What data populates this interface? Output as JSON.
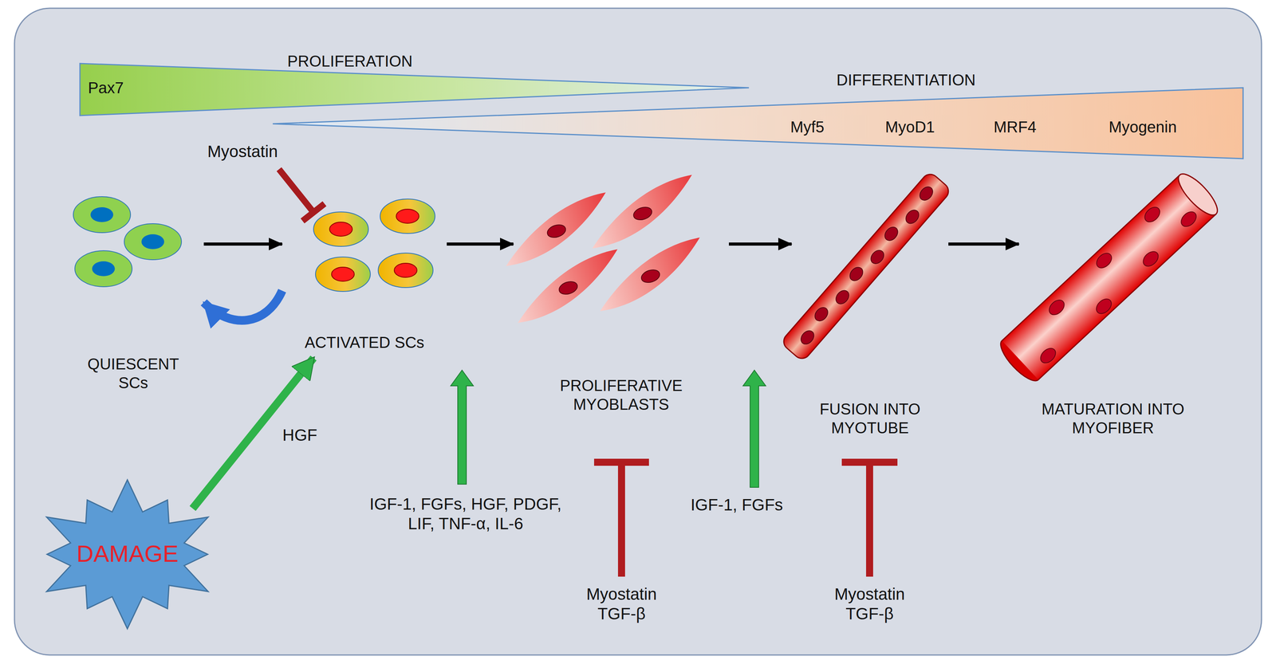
{
  "diagram": {
    "nodes": [
      {
        "text": [
          "PROLIFERATION",
          "Pax7"
        ]
      },
      {
        "text": [
          "DIFFERENTIATION",
          "Myf5",
          "MyoD1",
          "MRF4",
          "Myogenin"
        ]
      },
      {
        "text": [
          "QUIESCENT SCs"
        ]
      },
      {
        "text": [
          "ACTIVATED SCs"
        ]
      },
      {
        "text": [
          "PROLIFERATIVE MYOBLASTS"
        ]
      },
      {
        "text": [
          "FUSION INTO MYOTUBE"
        ]
      },
      {
        "text": [
          "MATURATION INTO MYOFIBER"
        ]
      },
      {
        "text": [
          "DAMAGE"
        ]
      }
    ],
    "edges": [
      {
        "from": 2,
        "to": 3,
        "arrow": "to"
      },
      {
        "from": 3,
        "to": 4,
        "arrow": "to"
      },
      {
        "from": 4,
        "to": 5,
        "arrow": "to"
      },
      {
        "from": 5,
        "to": 6,
        "arrow": "to"
      },
      {
        "from": 3,
        "to": 2,
        "arrow": "to"
      },
      {
        "from": 7,
        "to": 3,
        "label": "HGF",
        "arrow": "to"
      }
    ],
    "labels": [
      "Myostatin",
      "IGF-1, FGFs, HGF, PDGF, LIF, TNF-α, IL-6",
      "Myostatin TGF-β",
      "IGF-1, FGFs",
      "Myostatin TGF-β"
    ]
  }
}
